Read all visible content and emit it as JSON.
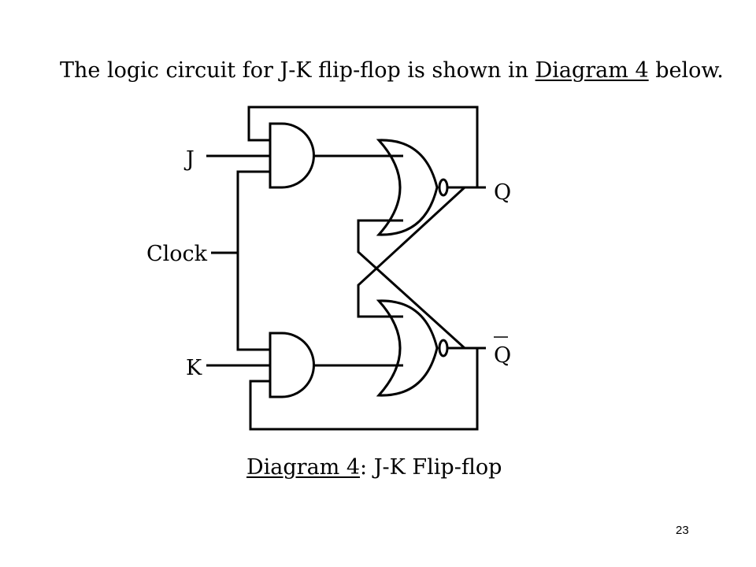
{
  "heading": {
    "text_before": "The logic circuit for J-K flip-flop is shown in ",
    "link_text": "Diagram 4",
    "text_after": " below."
  },
  "diagram": {
    "inputs": {
      "j_label": "J",
      "clock_label": "Clock",
      "k_label": "K"
    },
    "outputs": {
      "q_label": "Q",
      "q_bar_label": "Q"
    }
  },
  "caption": {
    "ref_text": "Diagram 4",
    "rest_text": ": J-K Flip-flop"
  },
  "page_number": "23"
}
